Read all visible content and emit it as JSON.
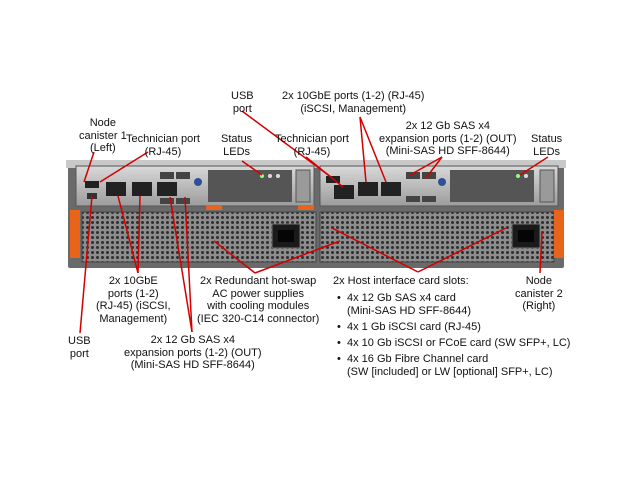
{
  "callouts": {
    "node_left": [
      "Node",
      "canister 1",
      "(Left)"
    ],
    "tech_port_l": [
      "Technician port",
      "(RJ-45)"
    ],
    "usb_top": [
      "USB",
      "port"
    ],
    "status_l": [
      "Status",
      "LEDs"
    ],
    "tech_port_r": [
      "Technician port",
      "(RJ-45)"
    ],
    "gbe_top": [
      "2x 10GbE ports (1-2) (RJ-45)",
      "(iSCSI, Management)"
    ],
    "sas_top": [
      "2x 12 Gb SAS x4",
      "expansion ports (1-2) (OUT)",
      "(Mini-SAS HD SFF-8644)"
    ],
    "status_r": [
      "Status",
      "LEDs"
    ],
    "gbe_bottom": [
      "2x 10GbE",
      "ports (1-2)",
      "(RJ-45) (iSCSI,",
      "Management)"
    ],
    "psu": [
      "2x Redundant hot-swap",
      "AC power supplies",
      "with cooling modules",
      "(IEC 320-C14 connector)"
    ],
    "host_title": "2x Host interface card slots:",
    "host_items": [
      [
        "4x 12 Gb SAS x4 card",
        "(Mini-SAS HD SFF-8644)"
      ],
      [
        "4x 1 Gb iSCSI card (RJ-45)"
      ],
      [
        "4x 10 Gb iSCSI or FCoE card (SW SFP+, LC)"
      ],
      [
        "4x 16 Gb Fibre Channel card",
        "(SW [included] or LW [optional] SFP+, LC)"
      ]
    ],
    "node_right": [
      "Node",
      "canister 2",
      "(Right)"
    ],
    "usb_bottom": [
      "USB",
      "port"
    ],
    "sas_bottom": [
      "2x 12 Gb SAS x4",
      "expansion ports (1-2) (OUT)",
      "(Mini-SAS HD SFF-8644)"
    ]
  },
  "colors": {
    "leader": "#d40000",
    "orange": "#e8641a",
    "chassis": "#b8b8b8",
    "dark": "#3a3a3a"
  }
}
